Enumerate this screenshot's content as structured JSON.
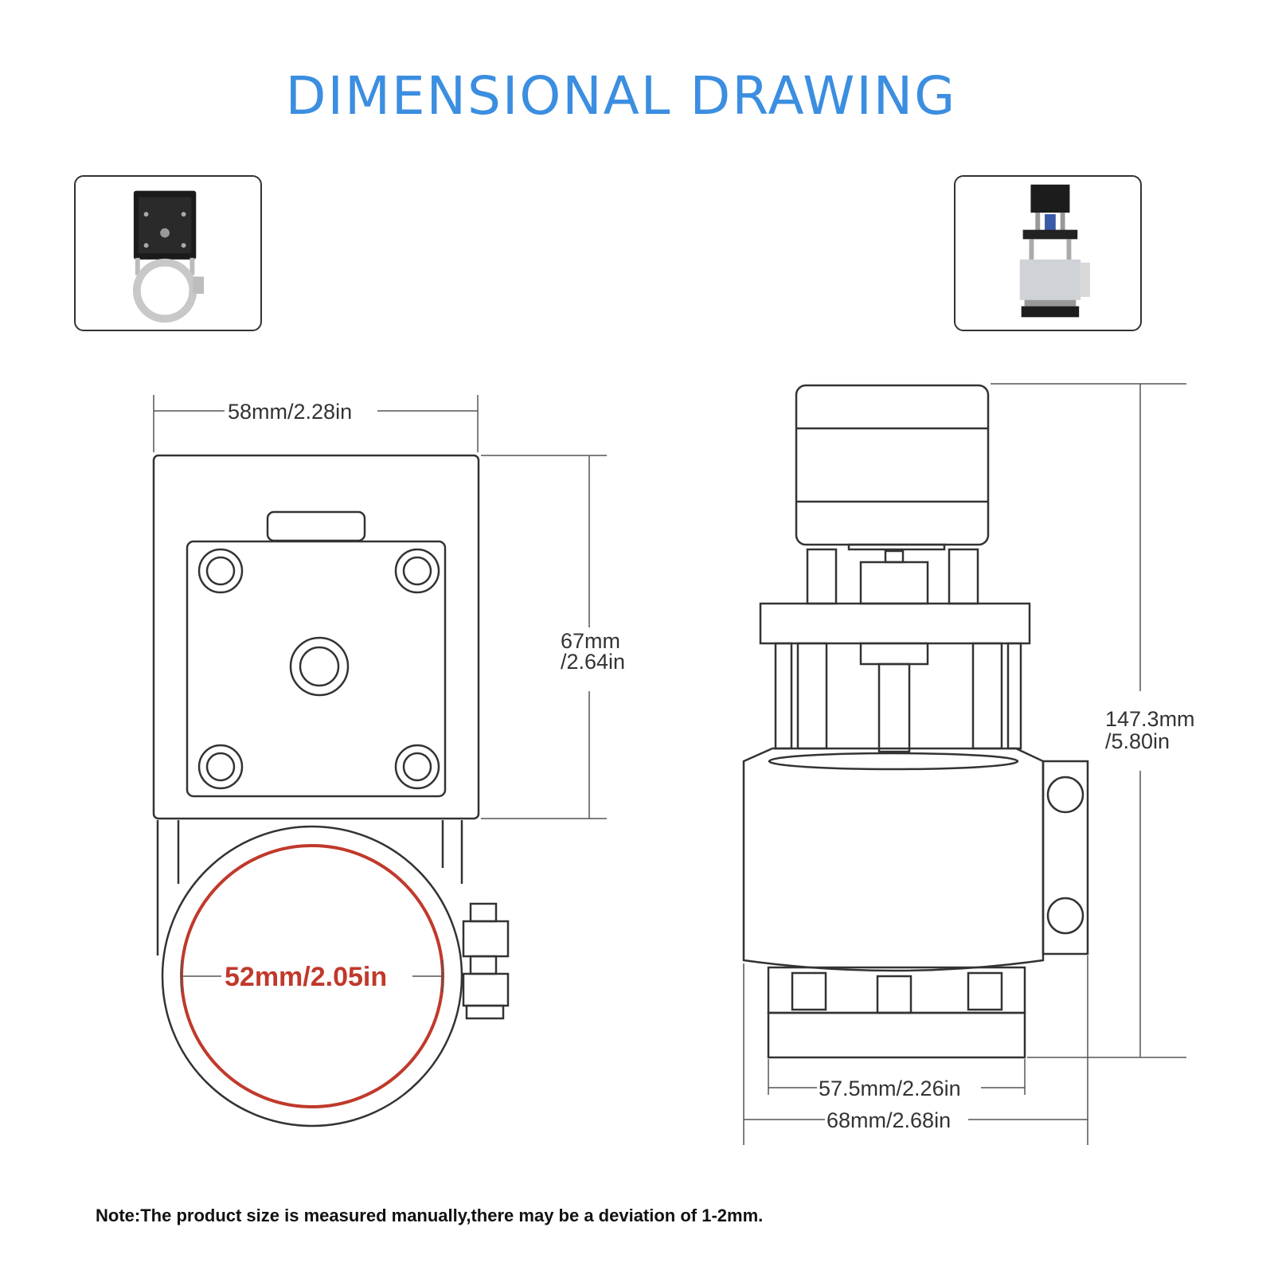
{
  "title": "DIMENSIONAL DRAWING",
  "thumbnails": {
    "left": {
      "icon": "motor-mount-front-photo"
    },
    "right": {
      "icon": "motor-mount-side-photo"
    }
  },
  "dimensions": {
    "front_width": "58mm/2.28in",
    "front_height_line1": "67mm",
    "front_height_line2": "/2.64in",
    "clamp_diameter": "52mm/2.05in",
    "side_height_line1": "147.3mm",
    "side_height_line2": "/5.80in",
    "base_width": "57.5mm/2.26in",
    "total_width": "68mm/2.68in"
  },
  "note": "Note:The product size is measured manually,there may be a deviation of 1-2mm.",
  "colors": {
    "title": "#3b8ee0",
    "clamp_highlight": "#c0392b",
    "outline": "#333333"
  }
}
